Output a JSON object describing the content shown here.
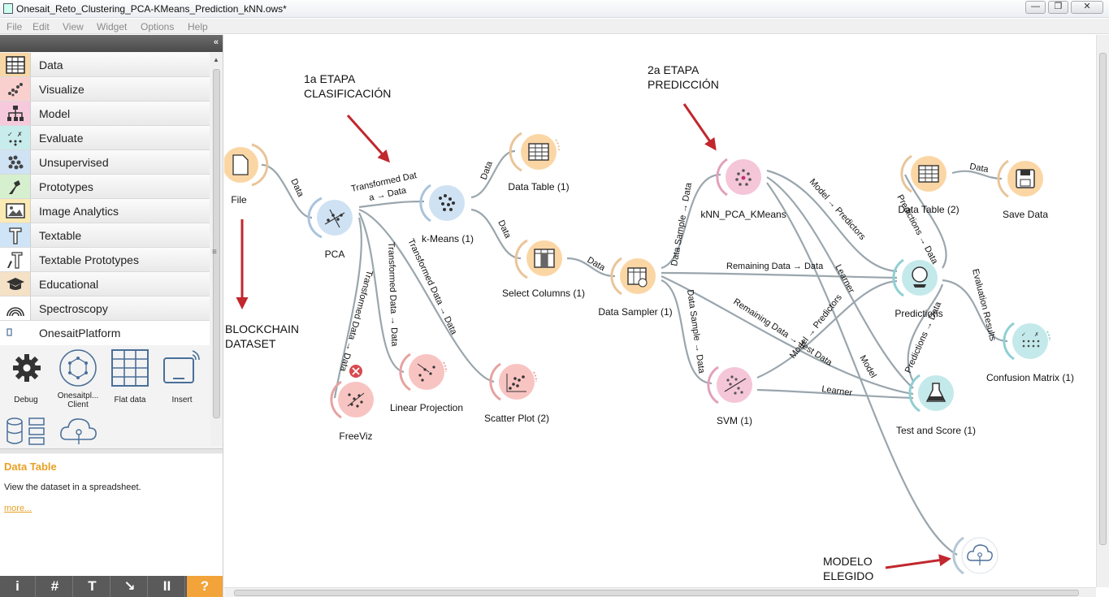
{
  "window": {
    "title": "Onesait_Reto_Clustering_PCA-KMeans_Prediction_kNN.ows*",
    "controls": {
      "minimize": "—",
      "maximize": "❐",
      "close": "✕"
    }
  },
  "menu": [
    "File",
    "Edit",
    "View",
    "Widget",
    "Options",
    "Help"
  ],
  "panel": {
    "collapse": "«",
    "categories": [
      {
        "label": "Data",
        "color": "#f8d7a6",
        "icon": "data-table-icon"
      },
      {
        "label": "Visualize",
        "color": "#fad0ce",
        "icon": "scatter-icon"
      },
      {
        "label": "Model",
        "color": "#f7c9dd",
        "icon": "tree-icon"
      },
      {
        "label": "Evaluate",
        "color": "#c8eceb",
        "icon": "evaluate-icon"
      },
      {
        "label": "Unsupervised",
        "color": "#cfe3f5",
        "icon": "cluster-icon"
      },
      {
        "label": "Prototypes",
        "color": "#d6f0cf",
        "icon": "prototype-icon"
      },
      {
        "label": "Image Analytics",
        "color": "#fbeab3",
        "icon": "image-icon"
      },
      {
        "label": "Textable",
        "color": "#cfe5f7",
        "icon": "textable-icon"
      },
      {
        "label": "Textable Prototypes",
        "color": "#ffffff",
        "icon": "textable-proto-icon"
      },
      {
        "label": "Educational",
        "color": "#f5e1c6",
        "icon": "education-icon"
      },
      {
        "label": "Spectroscopy",
        "color": "#ffffff",
        "icon": "spectroscopy-icon"
      },
      {
        "label": "OnesaitPlatform",
        "color": "#ffffff",
        "icon": "platform-icon"
      }
    ],
    "tiles": [
      {
        "label": "Debug",
        "icon": "gear-icon"
      },
      {
        "label": "Onesaitpl... Client",
        "icon": "client-icon"
      },
      {
        "label": "Flat data",
        "icon": "grid-icon"
      },
      {
        "label": "Insert",
        "icon": "insert-icon"
      },
      {
        "label": "",
        "icon": "database-icon"
      },
      {
        "label": "",
        "icon": "cloud-icon"
      }
    ],
    "help": {
      "title": "Data Table",
      "description": "View the dataset in a spreadsheet.",
      "more": "more..."
    },
    "bottom_buttons": [
      "i",
      "#",
      "T",
      "↘",
      "II",
      "?"
    ]
  },
  "canvas": {
    "nodes": {
      "file": {
        "label": "File",
        "color": "#fbd6a5"
      },
      "pca": {
        "label": "PCA",
        "color": "#cfe2f3"
      },
      "kmeans": {
        "label": "k-Means (1)",
        "color": "#cfe2f3"
      },
      "data_table_1": {
        "label": "Data Table (1)",
        "color": "#fbd6a5"
      },
      "select_columns": {
        "label": "Select Columns (1)",
        "color": "#fbd6a5"
      },
      "data_sampler": {
        "label": "Data Sampler (1)",
        "color": "#fbd6a5"
      },
      "freeviz": {
        "label": "FreeViz",
        "color": "#f8c4c2"
      },
      "linear_projection": {
        "label": "Linear Projection",
        "color": "#f8c4c2"
      },
      "scatter_plot": {
        "label": "Scatter Plot (2)",
        "color": "#f8c4c2"
      },
      "knn": {
        "label": "kNN_PCA_KMeans",
        "color": "#f4c6d8"
      },
      "svm": {
        "label": "SVM (1)",
        "color": "#f4c6d8"
      },
      "data_table_2": {
        "label": "Data Table (2)",
        "color": "#fbd6a5"
      },
      "save_data": {
        "label": "Save Data",
        "color": "#fbd6a5"
      },
      "predictions": {
        "label": "Predictions",
        "color": "#c4e9ea"
      },
      "confusion_matrix": {
        "label": "Confusion Matrix (1)",
        "color": "#c4e9ea"
      },
      "test_and_score": {
        "label": "Test and Score (1)",
        "color": "#c4e9ea"
      },
      "model_out": {
        "label": "",
        "color": "#ffffff"
      }
    },
    "links": {
      "file_pca": "Data",
      "pca_kmeans_1": "Transformed Dat",
      "pca_kmeans_2": "a → Data",
      "kmeans_dt1": "Data",
      "kmeans_sc": "Data",
      "sc_ds": "Data",
      "pca_freeviz": "Transformed Data → Data",
      "pca_linproj": "Transformed Data → Data",
      "pca_scatter": "Transformed Data → Data",
      "ds_knn": "Data Sample → Data",
      "ds_svm": "Data Sample → Data",
      "ds_pred": "Remaining Data → Data",
      "ds_ts": "Remaining Data → Test Data",
      "knn_pred": "Model → Predictors",
      "knn_ts": "Learner",
      "knn_model": "Model",
      "svm_pred": "Model → Predictors",
      "svm_ts": "Learner",
      "pred_dt2": "Predictions → Data",
      "dt2_save": "Data",
      "pred_cm": "Evaluation Results",
      "ts_pred": "Predictions → Data"
    },
    "annotations": {
      "stage1": "1a ETAPA\nCLASIFICACIÓN",
      "stage2": "2a ETAPA\nPREDICCIÓN",
      "blockchain": "BLOCKCHAIN\nDATASET",
      "chosen_model": "MODELO\nELEGIDO"
    },
    "arrow_color": "#c1272d",
    "link_color": "#9aa6ad"
  }
}
